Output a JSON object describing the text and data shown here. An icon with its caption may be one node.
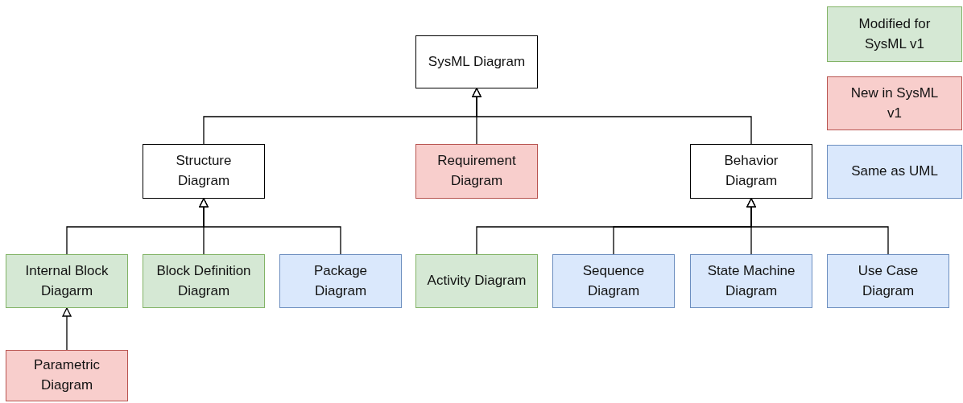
{
  "diagram": {
    "nodes": [
      {
        "text": [
          "SysML Diagram"
        ]
      },
      {
        "text": [
          "Structure Diagram"
        ]
      },
      {
        "text": [
          "Requirement Diagram"
        ]
      },
      {
        "text": [
          "Behavior Diagram"
        ]
      },
      {
        "text": [
          "Internal Block Diagarm"
        ]
      },
      {
        "text": [
          "Block Definition Diagram"
        ]
      },
      {
        "text": [
          "Package Diagram"
        ]
      },
      {
        "text": [
          "Activity Diagram"
        ]
      },
      {
        "text": [
          "Sequence Diagram"
        ]
      },
      {
        "text": [
          "State Machine Diagram"
        ]
      },
      {
        "text": [
          "Use Case Diagram"
        ]
      },
      {
        "text": [
          "Parametric Diagram"
        ]
      }
    ],
    "edges": [
      {
        "from": 1,
        "to": 0,
        "arrow": "to"
      },
      {
        "from": 2,
        "to": 0,
        "arrow": "to"
      },
      {
        "from": 3,
        "to": 0,
        "arrow": "to"
      },
      {
        "from": 4,
        "to": 1,
        "arrow": "to"
      },
      {
        "from": 5,
        "to": 1,
        "arrow": "to"
      },
      {
        "from": 6,
        "to": 1,
        "arrow": "to"
      },
      {
        "from": 7,
        "to": 3,
        "arrow": "to"
      },
      {
        "from": 8,
        "to": 3,
        "arrow": "to"
      },
      {
        "from": 9,
        "to": 3,
        "arrow": "to"
      },
      {
        "from": 10,
        "to": 3,
        "arrow": "to"
      },
      {
        "from": 11,
        "to": 4,
        "arrow": "to"
      }
    ],
    "legend": [
      {
        "text": "Modified for SysML v1",
        "color": "#d5e8d4"
      },
      {
        "text": "New in SysML v1",
        "color": "#f8cecc"
      },
      {
        "text": "Same as UML",
        "color": "#dae8fc"
      }
    ]
  }
}
